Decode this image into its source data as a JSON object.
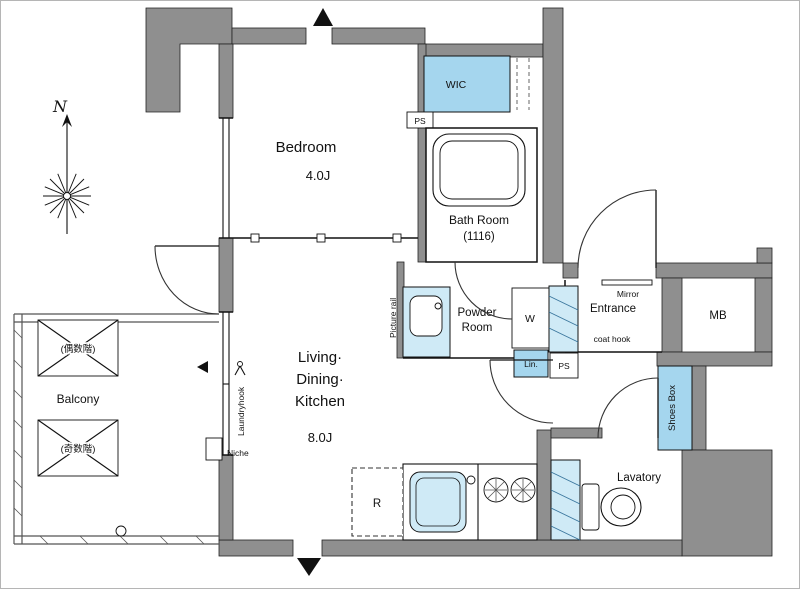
{
  "meta": {
    "type": "apartment-floor-plan"
  },
  "colors": {
    "wall": "#8f8f8f",
    "accent_blue": "#a5d6ee",
    "fixture_blue": "#cfeaf6"
  },
  "compass": {
    "north_label": "N"
  },
  "rooms": {
    "bedroom": {
      "name": "Bedroom",
      "size": "4.0J"
    },
    "ldk": {
      "line1": "Living·",
      "line2": "Dining·",
      "line3": "Kitchen",
      "size": "8.0J"
    },
    "wic": {
      "name": "WIC"
    },
    "bath": {
      "name": "Bath Room",
      "size": "(1116)"
    },
    "powder": {
      "line1": "Powder",
      "line2": "Room"
    },
    "entrance": {
      "name": "Entrance"
    },
    "lavatory": {
      "name": "Lavatory"
    },
    "balcony": {
      "name": "Balcony",
      "even_floor": "(偶数階)",
      "odd_floor": "(奇数階)"
    },
    "mb": {
      "name": "MB"
    },
    "shoes_box": {
      "name": "Shoes Box"
    }
  },
  "fixtures": {
    "ps_upper": "PS",
    "ps_hall": "PS",
    "washer": "W",
    "linen": "Lin.",
    "refrigerator": "R",
    "mirror": "Mirror",
    "coat_hook": "coat hook",
    "niche": "Niche",
    "laundry_hook": "Laundryhook",
    "picture_rail": "Picture rail"
  }
}
